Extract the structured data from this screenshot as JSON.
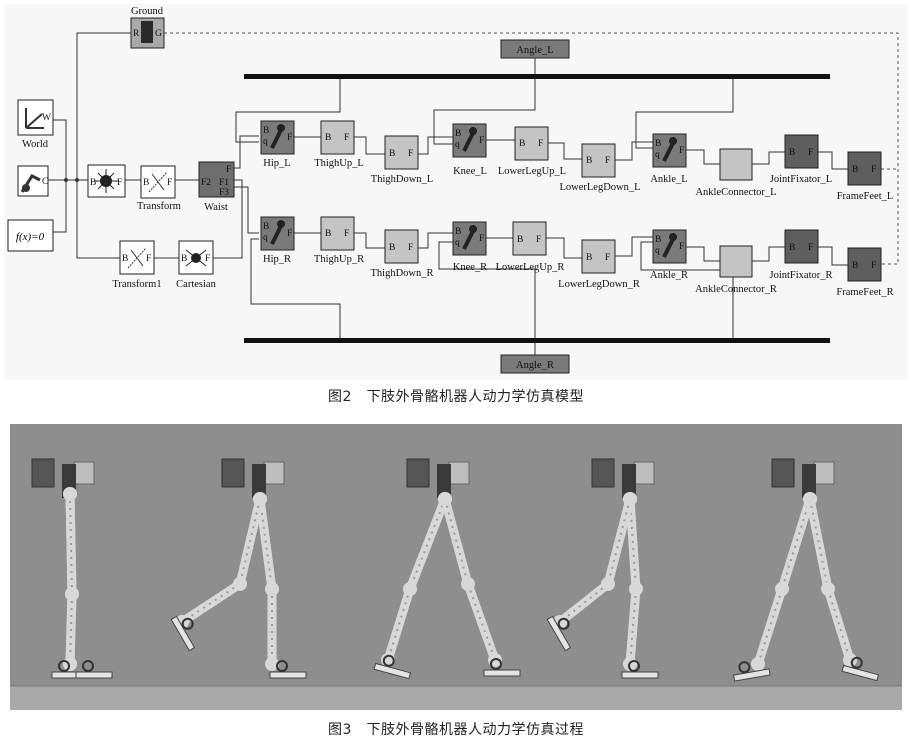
{
  "figure2": {
    "caption": "图2　下肢外骨骼机器人动力学仿真模型",
    "blocks": {
      "ground": "Ground",
      "world": "World",
      "transform": "Transform",
      "transform1": "Transform1",
      "cartesian": "Cartesian",
      "waist": "Waist",
      "hip_l": "Hip_L",
      "hip_r": "Hip_R",
      "thighup_l": "ThighUp_L",
      "thighup_r": "ThighUp_R",
      "thighdown_l": "ThighDown_L",
      "thighdown_r": "ThighDown_R",
      "knee_l": "Knee_L",
      "knee_r": "Knee_R",
      "lowerlegup_l": "LowerLegUp_L",
      "lowerlegup_r": "LowerLegUp_R",
      "lowerlegdown_l": "LowerLegDown_L",
      "lowerlegdown_r": "LowerLegDown_R",
      "ankle_l": "Ankle_L",
      "ankle_r": "Ankle_R",
      "ankleconnector_l": "AnkleConnector_L",
      "ankleconnector_r": "AnkleConnector_R",
      "jointfixator_l": "JointFixator_L",
      "jointfixator_r": "JointFixator_R",
      "framefeet_l": "FrameFeet_L",
      "framefeet_r": "FrameFeet_R",
      "angle_l": "Angle_L",
      "angle_r": "Angle_R",
      "solver": "f(x)=0"
    },
    "ports": {
      "B": "B",
      "F": "F",
      "R": "R",
      "G": "G",
      "W": "W",
      "C": "C",
      "q": "q",
      "F1": "F1",
      "F2": "F2",
      "F3": "F3"
    },
    "colors": {
      "light_block": "#c4c4c4",
      "dark_block": "#7a7a7a",
      "bus": "#111111",
      "line": "#333333"
    }
  },
  "figure3": {
    "caption": "图3　下肢外骨骼机器人动力学仿真过程",
    "frames": 5,
    "colors": {
      "background": "#8e8e8e",
      "floor": "#a9a9a9",
      "robot": "#d8d8d8",
      "hip_box": "#555555"
    }
  }
}
